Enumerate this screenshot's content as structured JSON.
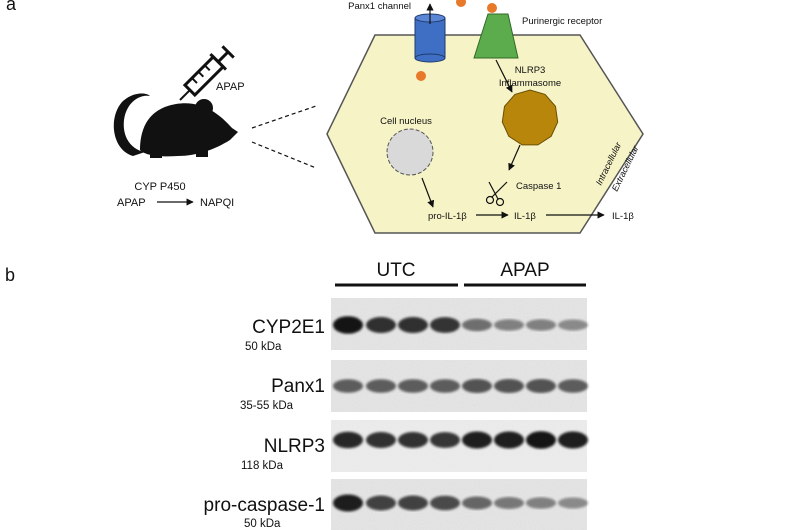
{
  "panel_a": {
    "panel_letter": "a",
    "drug_label": "APAP",
    "enzyme_label": "CYP P450",
    "reaction_substrate": "APAP",
    "reaction_product": "NAPQI",
    "cell_labels": {
      "panx1": "Panx1 channel",
      "purinergic": "Purinergic receptor",
      "nlrp3_line1": "NLRP3",
      "nlrp3_line2": "Inflammasome",
      "nucleus": "Cell nucleus",
      "caspase": "Caspase 1",
      "pro_il1b": "pro-IL-1β",
      "il1b_inside": "IL-1β",
      "il1b_outside": "IL-1β",
      "intracellular": "Intracellular",
      "extracellular": "Extracellular"
    },
    "colors": {
      "cell_fill": "#f6f4c6",
      "panx1_channel": "#3f6fc4",
      "purinergic_receptor": "#5cab4d",
      "atp_dots": "#e8782a",
      "inflammasome": "#b8860b",
      "nucleus": "#d9d9d9"
    }
  },
  "panel_b": {
    "panel_letter": "b",
    "groups": [
      {
        "label": "UTC",
        "lanes": 4
      },
      {
        "label": "APAP",
        "lanes": 4
      }
    ],
    "blots": [
      {
        "protein": "CYP2E1",
        "weight": "50 kDa",
        "intensity": [
          0.95,
          0.8,
          0.8,
          0.78,
          0.45,
          0.35,
          0.35,
          0.3
        ]
      },
      {
        "protein": "Panx1",
        "weight": "35-55 kDa",
        "intensity": [
          0.55,
          0.55,
          0.55,
          0.55,
          0.6,
          0.6,
          0.6,
          0.55
        ]
      },
      {
        "protein": "NLRP3",
        "weight": "118 kDa",
        "intensity": [
          0.85,
          0.8,
          0.8,
          0.78,
          0.9,
          0.9,
          0.95,
          0.9
        ]
      },
      {
        "protein": "pro-caspase-1",
        "weight": "50 kDa",
        "intensity": [
          0.9,
          0.7,
          0.7,
          0.65,
          0.5,
          0.4,
          0.35,
          0.3
        ]
      }
    ]
  }
}
